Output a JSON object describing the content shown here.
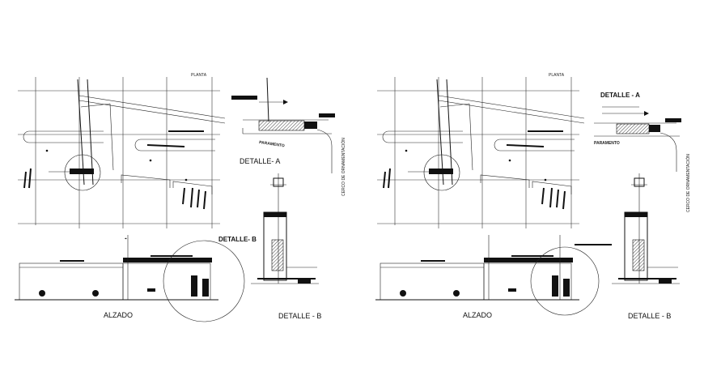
{
  "sheets": [
    {
      "planta_label": "PLANTA",
      "detalle_a_label": "DETALLE- A",
      "detalle_b_header_label": "DETALLE- B",
      "detalle_b_label": "DETALLE - B",
      "alzado_label": "ALZADO",
      "paramento_label": "PARAMENTO",
      "vertical_note": "CERCO DE ORNAMENTACIÓN"
    },
    {
      "planta_label": "PLANTA",
      "detalle_a_label": "DETALLE - A",
      "detalle_b_label": "DETALLE - B",
      "alzado_label": "ALZADO",
      "paramento_label": "PARAMENTO",
      "vertical_note": "CERCO DE ORNAMENTACIÓN"
    }
  ],
  "colors": {
    "background": "#ffffff",
    "line": "#111111"
  }
}
